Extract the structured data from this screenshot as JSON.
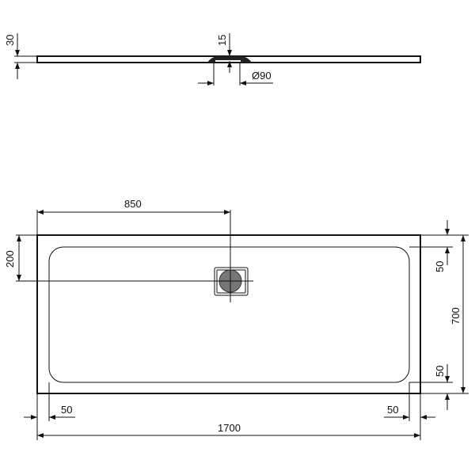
{
  "drawing": {
    "side_view": {
      "height_label": "30",
      "drain_depth_label": "15",
      "drain_diameter_label": "Ø90"
    },
    "plan_view": {
      "drain_offset_x_label": "850",
      "drain_offset_y_label": "200",
      "width_label": "700",
      "length_label": "1700",
      "rim_top_label": "50",
      "rim_bottom_label": "50",
      "rim_left_label": "50",
      "rim_right_label": "50"
    },
    "line_color": "#111111"
  }
}
